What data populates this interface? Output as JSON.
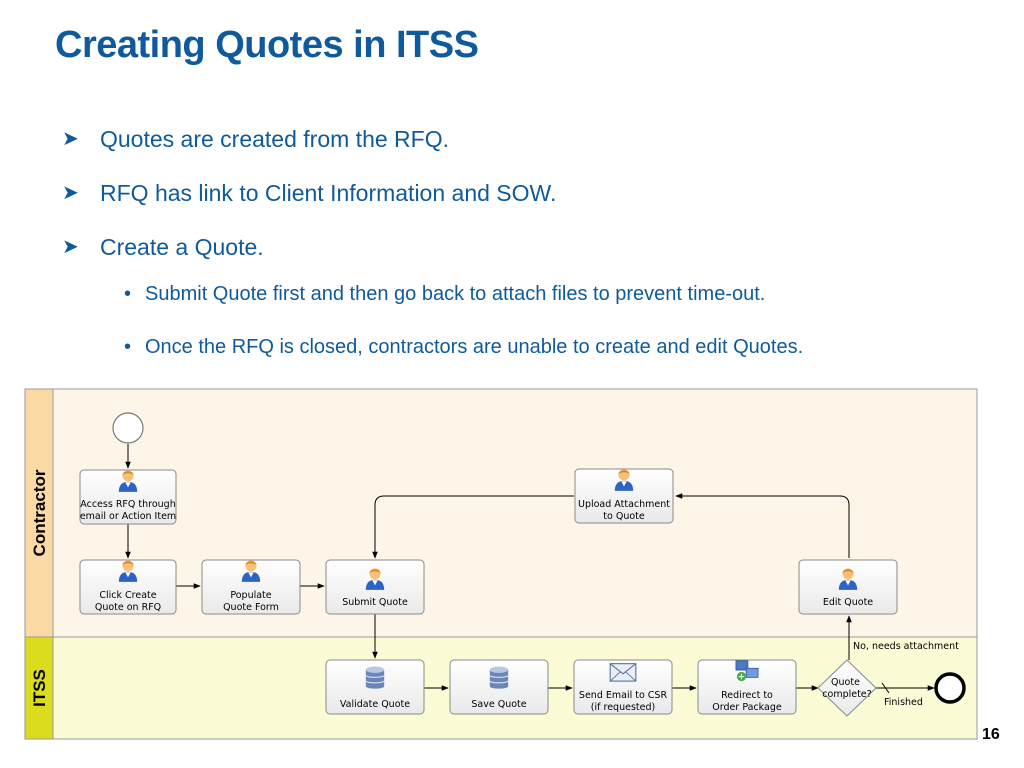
{
  "slide": {
    "title": "Creating Quotes in ITSS",
    "page_number": "16",
    "bullets": [
      {
        "level": 1,
        "text": "Quotes are created from the RFQ."
      },
      {
        "level": 1,
        "text": "RFQ has link to Client Information and SOW."
      },
      {
        "level": 1,
        "text": "Create a Quote."
      },
      {
        "level": 2,
        "text": "Submit Quote first and then go back to attach files to prevent time-out."
      },
      {
        "level": 2,
        "text": "Once the RFQ is closed, contractors are unable to create and edit Quotes."
      }
    ]
  },
  "colors": {
    "title": "#0f5a9c",
    "contractor_lane": "#fdf6e8",
    "contractor_header": "#fbd9a5",
    "itss_lane": "#fbfbd6",
    "itss_header": "#dcdc1e"
  },
  "diagram": {
    "lanes": [
      {
        "id": "contractor",
        "label": "Contractor"
      },
      {
        "id": "itss",
        "label": "ITSS"
      }
    ],
    "tasks": [
      {
        "id": "access",
        "icon": "user-icon",
        "lines": [
          "Access RFQ through",
          "email or Action Item"
        ]
      },
      {
        "id": "click_create",
        "icon": "user-icon",
        "lines": [
          "Click Create",
          "Quote on RFQ"
        ]
      },
      {
        "id": "populate",
        "icon": "user-icon",
        "lines": [
          "Populate",
          "Quote Form"
        ]
      },
      {
        "id": "submit",
        "icon": "user-icon",
        "lines": [
          "Submit Quote"
        ]
      },
      {
        "id": "upload",
        "icon": "user-icon",
        "lines": [
          "Upload Attachment",
          "to Quote"
        ]
      },
      {
        "id": "edit",
        "icon": "user-icon",
        "lines": [
          "Edit Quote"
        ]
      },
      {
        "id": "validate",
        "icon": "database-icon",
        "lines": [
          "Validate Quote"
        ]
      },
      {
        "id": "save",
        "icon": "database-icon",
        "lines": [
          "Save Quote"
        ]
      },
      {
        "id": "send_email",
        "icon": "envelope-icon",
        "lines": [
          "Send Email to CSR",
          "(if requested)"
        ]
      },
      {
        "id": "redirect",
        "icon": "network-icon",
        "lines": [
          "Redirect to",
          "Order Package"
        ]
      }
    ],
    "gateway": {
      "id": "quote_complete",
      "lines": [
        "Quote",
        "complete?"
      ]
    },
    "flow_labels": {
      "needs_attachment": "No, needs attachment",
      "finished": "Finished"
    }
  }
}
